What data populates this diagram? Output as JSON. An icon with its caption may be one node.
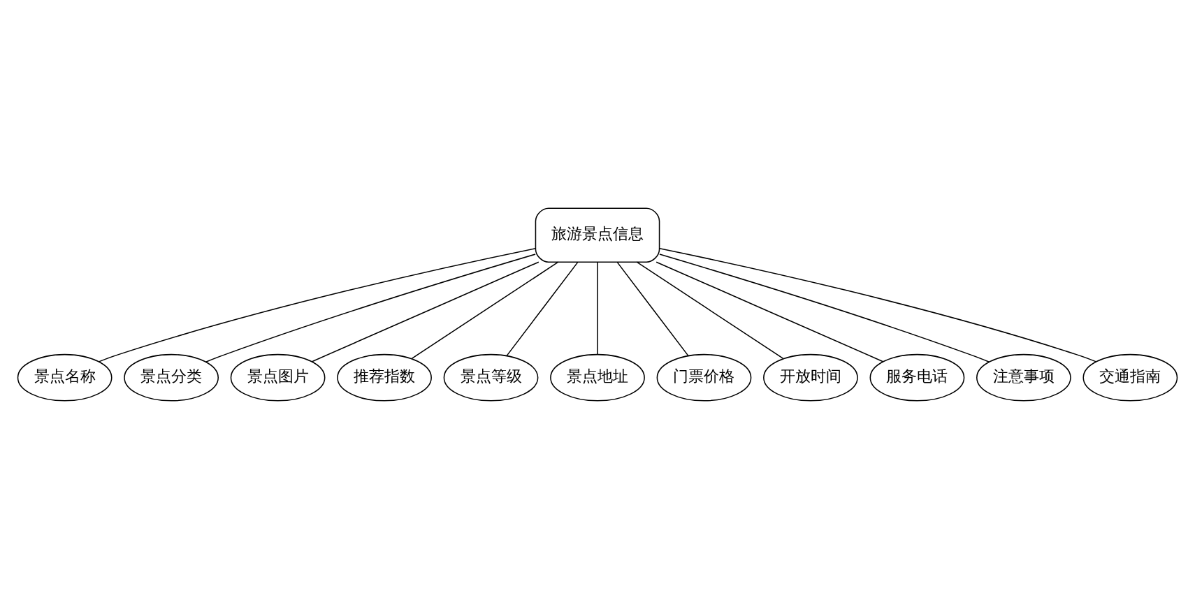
{
  "diagram": {
    "nodes": [
      {
        "text": [
          "景点名称"
        ]
      },
      {
        "text": [
          "景点分类"
        ]
      },
      {
        "text": [
          "景点图片"
        ]
      },
      {
        "text": [
          "推荐指数"
        ]
      },
      {
        "text": [
          "景点等级"
        ]
      },
      {
        "text": [
          "景点地址"
        ]
      },
      {
        "text": [
          "门票价格"
        ]
      },
      {
        "text": [
          "开放时间"
        ]
      },
      {
        "text": [
          "服务电话"
        ]
      },
      {
        "text": [
          "注意事项"
        ]
      },
      {
        "text": [
          "交通指南"
        ]
      },
      {
        "text": [
          "旅游景点信息"
        ]
      }
    ],
    "edges": [
      {
        "from": 0,
        "to": 11,
        "arrow": "none"
      },
      {
        "from": 1,
        "to": 11,
        "arrow": "none"
      },
      {
        "from": 2,
        "to": 11,
        "arrow": "none"
      },
      {
        "from": 3,
        "to": 11,
        "arrow": "none"
      },
      {
        "from": 4,
        "to": 11,
        "arrow": "none"
      },
      {
        "from": 5,
        "to": 11,
        "arrow": "none"
      },
      {
        "from": 6,
        "to": 11,
        "arrow": "none"
      },
      {
        "from": 7,
        "to": 11,
        "arrow": "none"
      },
      {
        "from": 8,
        "to": 11,
        "arrow": "none"
      },
      {
        "from": 9,
        "to": 11,
        "arrow": "none"
      },
      {
        "from": 10,
        "to": 11,
        "arrow": "none"
      }
    ]
  }
}
